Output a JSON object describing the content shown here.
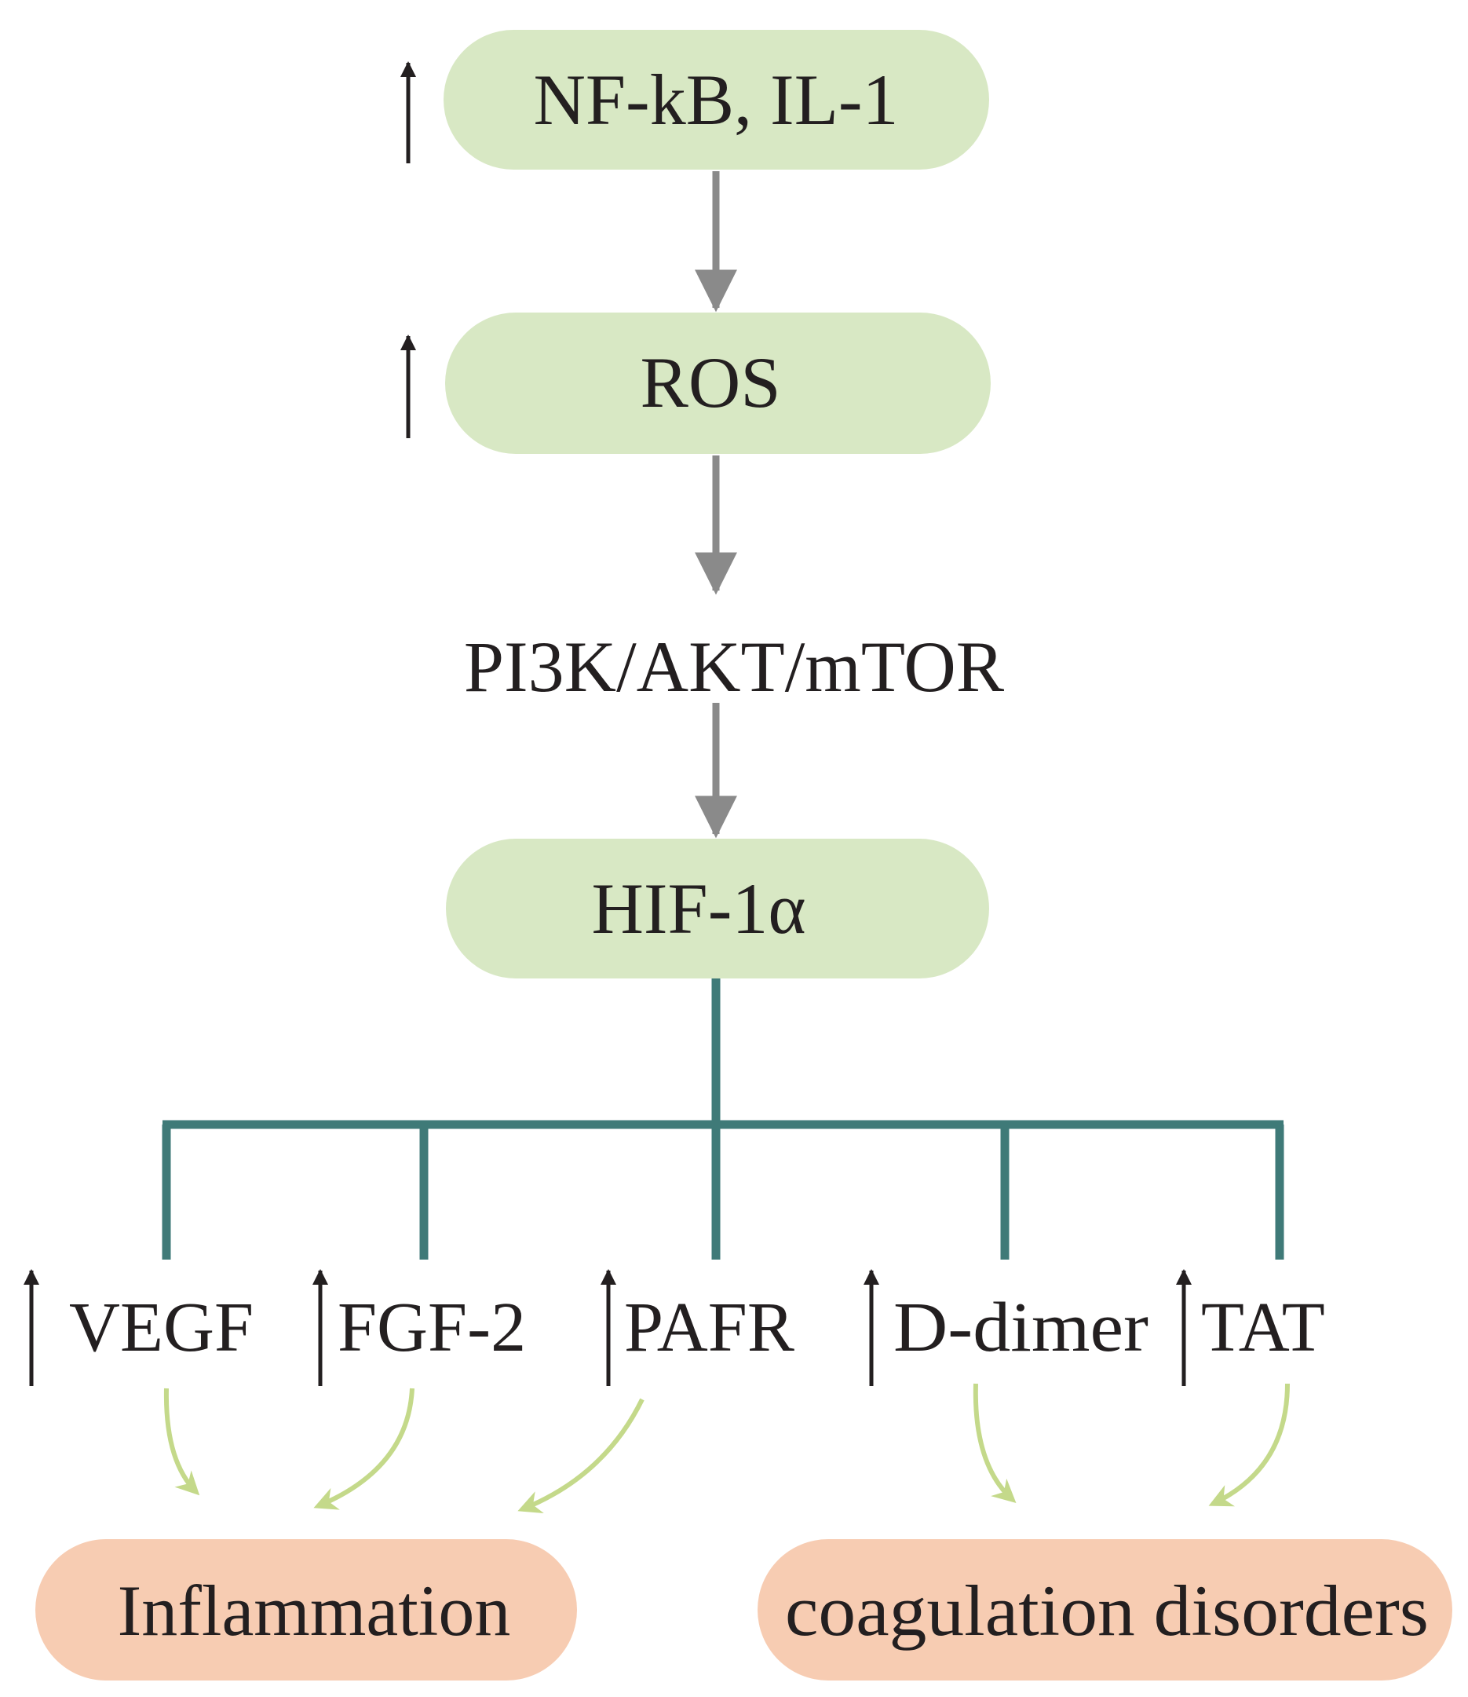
{
  "nodes": {
    "nfkb": "NF-kB, IL-1",
    "ros": "ROS",
    "pathway": "PI3K/AKT/mTOR",
    "hif": "HIF-1α"
  },
  "targets": {
    "vegf": "VEGF",
    "fgf2": "FGF-2",
    "pafr": "PAFR",
    "ddimer": "D-dimer",
    "tat": "TAT"
  },
  "outcomes": {
    "inflammation": "Inflammation",
    "coagulation": "coagulation disorders"
  },
  "colors": {
    "green_pill": "#d8e8c4",
    "orange_pill": "#f7ccb2",
    "gray_arrow": "#8a8a8a",
    "teal_line": "#3f7a78",
    "lime_arrow": "#c4d98a",
    "text": "#231f20"
  },
  "icons": {
    "up_arrow": "up-arrow-icon"
  }
}
